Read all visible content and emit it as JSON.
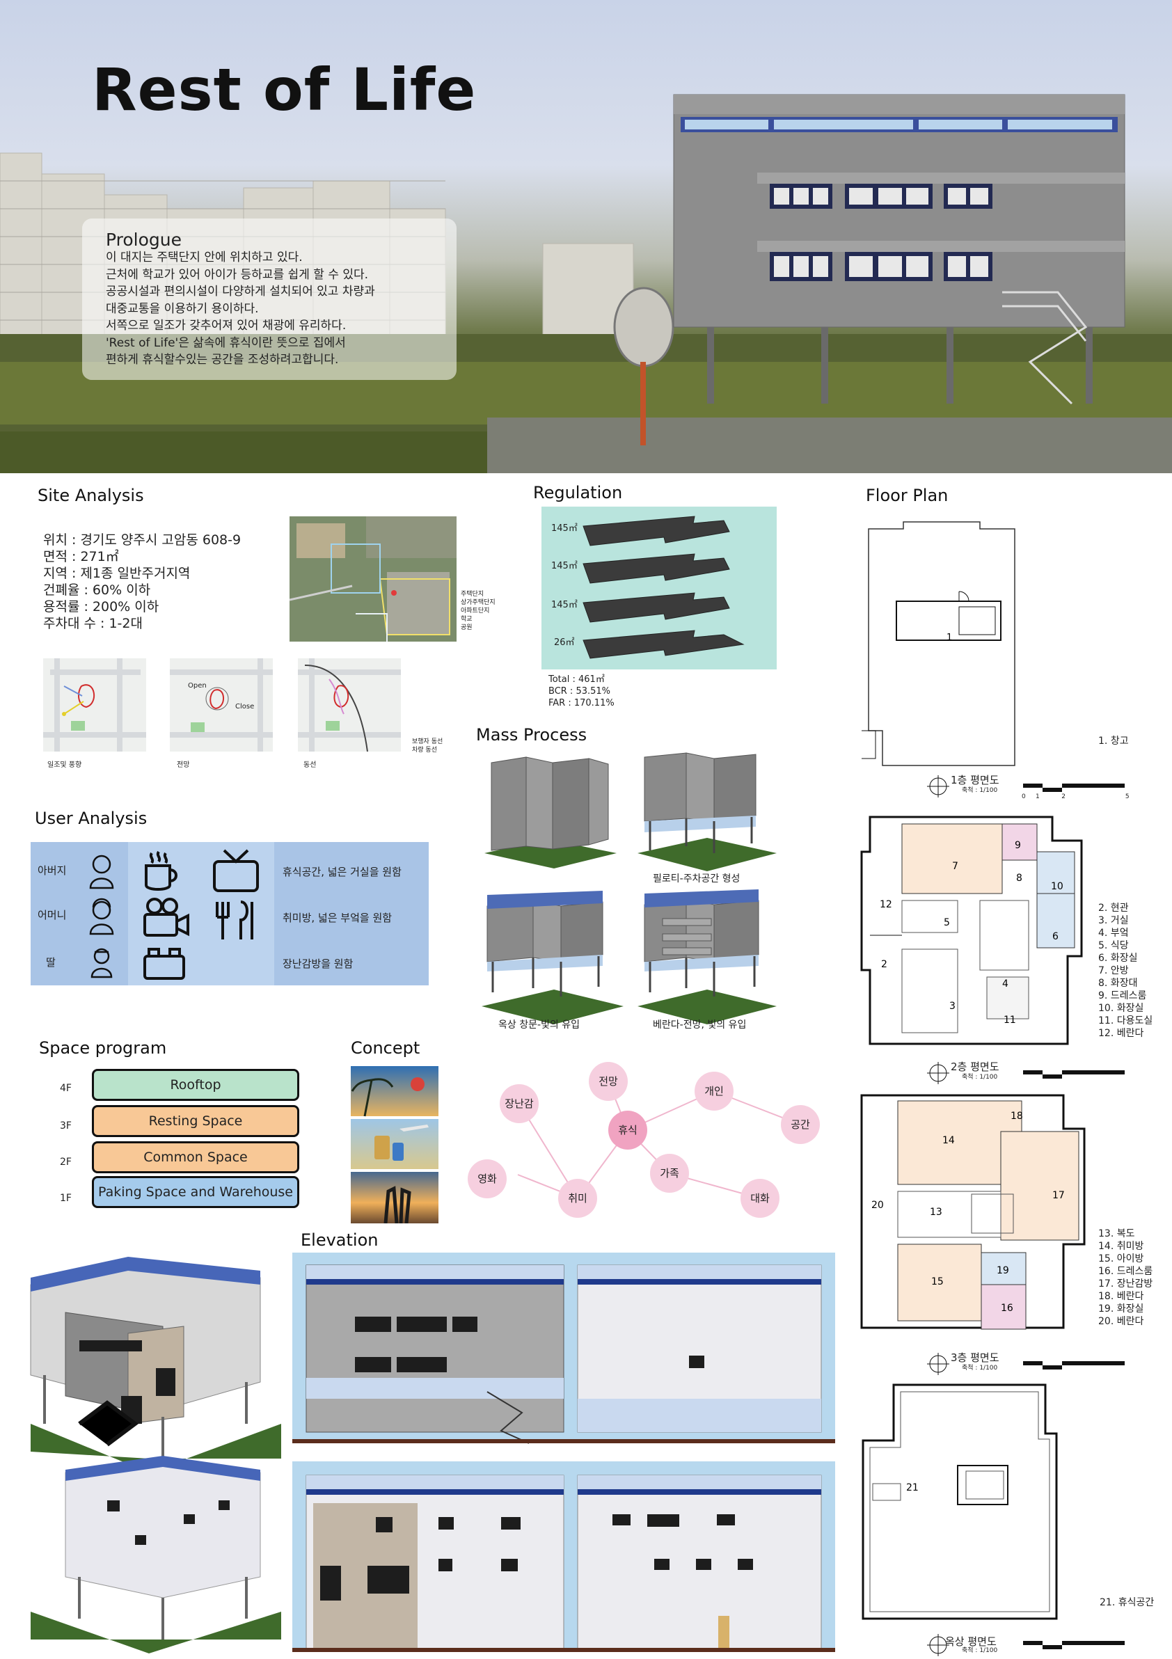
{
  "title": "Rest of Life",
  "prologue": {
    "heading": "Prologue",
    "text": "이 대지는 주택단지 안에 위치하고 있다.\n근처에 학교가 있어 아이가 등하교를 쉽게 할 수 있다.\n공공시설과 편의시설이 다양하게 설치되어 있고 차량과\n대중교통을 이용하기 용이하다.\n서쪽으로 일조가 갖추어져 있어 채광에 유리하다.\n'Rest of Life'은 삶속에 휴식이란 뜻으로 집에서\n편하게 휴식할수있는 공간을 조성하려고합니다."
  },
  "site_analysis": {
    "heading": "Site Analysis",
    "info": "위치 : 경기도 양주시 고암동 608-9\n면적 : 271㎡\n지역 : 제1종 일반주거지역\n건폐율 : 60% 이하\n용적률 : 200% 이하\n주차대 수 : 1-2대",
    "map_legend": "주택단지\n상가주택단지\n아파트단지\n학교\n공원",
    "map_captions": [
      "일조및 풍향",
      "전망",
      "동선"
    ],
    "map_open": "Open",
    "map_close": "Close",
    "route_legend": "보행자 동선\n차량 동선"
  },
  "regulation": {
    "heading": "Regulation",
    "layers": [
      "145㎡",
      "145㎡",
      "145㎡",
      "26㎡"
    ],
    "stats": "Total : 461㎡\nBCR : 53.51%\nFAR : 170.11%"
  },
  "floor_plan": {
    "heading": "Floor Plan",
    "plans": [
      {
        "name": "1층 평면도",
        "legend": "1. 창고"
      },
      {
        "name": "2층 평면도",
        "legend": "2. 현관\n3. 거실\n4. 부엌\n5. 식당\n6. 화장실\n7. 안방\n8. 화장대\n9. 드레스룸\n10. 화장실\n11. 다용도실\n12. 베란다"
      },
      {
        "name": "3층 평면도",
        "legend": "13. 복도\n14. 취미방\n15. 아이방\n16. 드레스룸\n17. 장난감방\n18. 베란다\n19. 화장실\n20. 베란다"
      },
      {
        "name": "옥상 평면도",
        "legend": "21. 휴식공간"
      }
    ],
    "scale": "축척 : 1/100",
    "scale_ticks": [
      "0",
      "1",
      "2",
      "5"
    ]
  },
  "mass_process": {
    "heading": "Mass Process",
    "captions": [
      "필로티-주차공간 형성",
      "옥상 창문-빛의 유입",
      "베란다-전망, 빛의 유입"
    ]
  },
  "user_analysis": {
    "heading": "User Analysis",
    "members": [
      "아버지",
      "어머니",
      "딸"
    ],
    "needs": [
      "휴식공간, 넓은 거실을 원함",
      "취미방, 넓은 부엌을 원함",
      "장난감방을 원함"
    ],
    "icons": [
      "father-icon",
      "mother-icon",
      "daughter-icon",
      "coffee-cup-icon",
      "tv-icon",
      "movie-camera-icon",
      "cutlery-icon",
      "toy-block-icon"
    ]
  },
  "space_program": {
    "heading": "Space program",
    "floors": [
      {
        "floor": "4F",
        "label": "Rooftop",
        "color": "#b9e3cb"
      },
      {
        "floor": "3F",
        "label": "Resting Space",
        "color": "#f8c896"
      },
      {
        "floor": "2F",
        "label": "Common Space",
        "color": "#f8c896"
      },
      {
        "floor": "1F",
        "label": "Paking Space and Warehouse",
        "color": "#a5cbec"
      }
    ]
  },
  "concept": {
    "heading": "Concept",
    "center": "휴식",
    "nodes": [
      "전망",
      "장난감",
      "개인",
      "공간",
      "취미",
      "가족",
      "영화",
      "대화"
    ]
  },
  "elevation": {
    "heading": "Elevation"
  },
  "colors": {
    "bubble": "#f6cfdf",
    "bubble_center": "#f0a3c1",
    "regulation_bg": "#b9e4dd",
    "user_box": "#a9c4e6",
    "user_mid": "#bcd3ee",
    "building_grey": "#8d8d8d",
    "window_blue": "#3a4f9c"
  }
}
